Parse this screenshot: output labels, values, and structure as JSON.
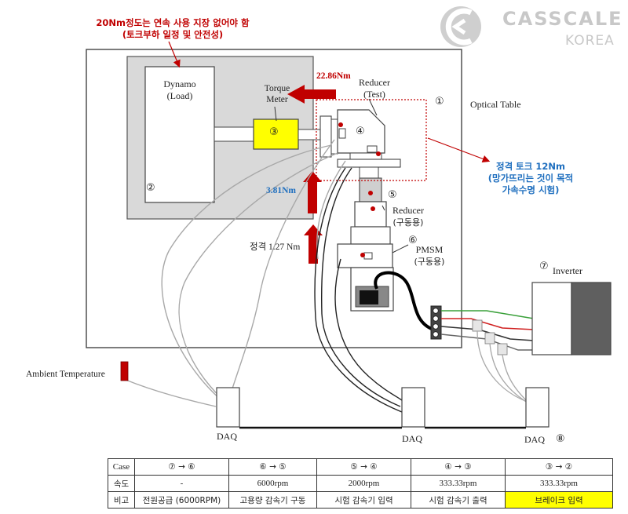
{
  "logo": {
    "primary": "CASSCALE",
    "secondary": "KOREA"
  },
  "notes": {
    "top_line1": "20Nm정도는 연속 사용 지장 없어야 함",
    "top_line2": "(토크부하 일정 및 안전성)",
    "right_line1": "정격 토크 12Nm",
    "right_line2": "(망가뜨리는 것이 목적",
    "right_line3": "가속수명 시험)"
  },
  "labels": {
    "dynamo_line1": "Dynamo",
    "dynamo_line2": "(Load)",
    "torque_line1": "Torque",
    "torque_line2": "Meter",
    "reducer_test_line1": "Reducer",
    "reducer_test_line2": "(Test)",
    "optical_table": "Optical Table",
    "reducer_drive_line1": "Reducer",
    "reducer_drive_line2": "(구동용)",
    "pmsm_line1": "PMSM",
    "pmsm_line2": "(구동용)",
    "inverter": "Inverter",
    "ambient": "Ambient Temperature",
    "daq1": "DAQ",
    "daq2": "DAQ",
    "daq3": "DAQ"
  },
  "torque_values": {
    "upper": "22.86Nm",
    "middle": "3.81Nm",
    "lower": "정격 1.27 Nm"
  },
  "markers": {
    "m1": "①",
    "m2": "②",
    "m3": "③",
    "m4": "④",
    "m5": "⑤",
    "m6": "⑥",
    "m7": "⑦",
    "m8": "⑧"
  },
  "table": {
    "header": [
      "Case",
      "⑦ → ⑥",
      "⑥ → ⑤",
      "⑤ → ④",
      "④ → ③",
      "③ → ②"
    ],
    "speed": [
      "속도",
      "-",
      "6000rpm",
      "2000rpm",
      "333.33rpm",
      "333.33rpm"
    ],
    "remark": [
      "비고",
      "전원공급 (6000RPM)",
      "고용량 감속기 구동",
      "시험 감속기 입력",
      "시험 감속기 출력",
      "브레이크 입력"
    ]
  },
  "colors": {
    "red": "#c00000",
    "blue": "#1f6fbf",
    "highlight": "#ffff00",
    "panel_gray": "#d9d9d9"
  }
}
